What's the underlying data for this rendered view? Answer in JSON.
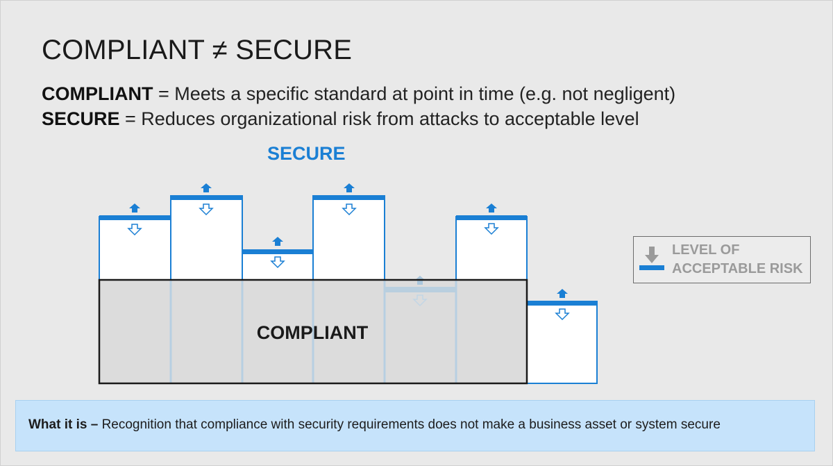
{
  "title": "COMPLIANT ≠ SECURE",
  "definitions": [
    {
      "term": "COMPLIANT",
      "text": " = Meets a specific standard at point in time (e.g. not negligent)"
    },
    {
      "term": "SECURE",
      "text": " = Reduces organizational risk from attacks to acceptable level"
    }
  ],
  "diagram": {
    "secure_label": "SECURE",
    "compliant_label": "COMPLIANT",
    "bars": [
      {
        "level": "above-compliant",
        "state": "active"
      },
      {
        "level": "above-compliant",
        "state": "active"
      },
      {
        "level": "above-compliant",
        "state": "active"
      },
      {
        "level": "above-compliant",
        "state": "active"
      },
      {
        "level": "within-compliant",
        "state": "faded"
      },
      {
        "level": "above-compliant",
        "state": "active"
      },
      {
        "level": "below-compliant",
        "state": "active"
      }
    ]
  },
  "legend": {
    "line1": "LEVEL OF",
    "line2": "ACCEPTABLE RISK",
    "icon": "down-arrow-on-bar-icon"
  },
  "info": {
    "lead": "What it is –",
    "text": " Recognition that compliance with security requirements does not make a business asset or system secure"
  },
  "colors": {
    "accent": "#1a7fd4",
    "faded": "#a9c6dc",
    "compliant_fill": "#dcdcdc",
    "info_bg": "#c6e3fb"
  }
}
